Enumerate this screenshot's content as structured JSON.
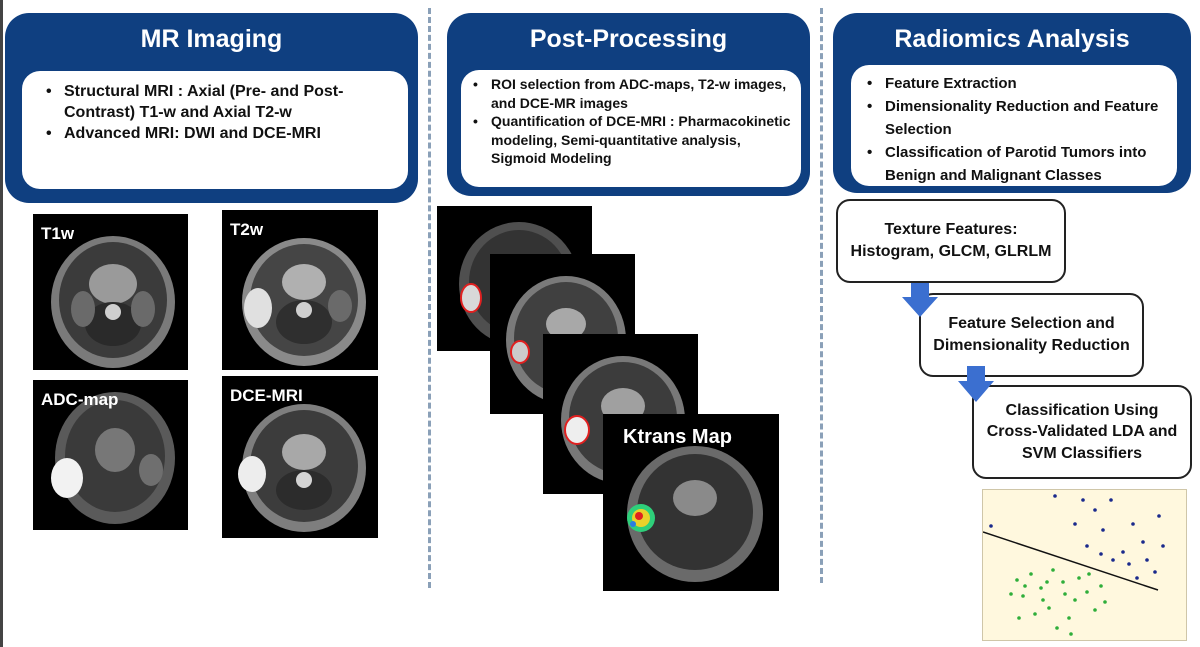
{
  "panels": {
    "mr_imaging": {
      "title": "MR Imaging",
      "bullets": [
        "Structural MRI : Axial (Pre- and Post-Contrast) T1-w and Axial T2-w",
        "Advanced MRI: DWI and DCE-MRI"
      ]
    },
    "post_processing": {
      "title": "Post-Processing",
      "bullets": [
        "ROI selection from ADC-maps, T2-w images, and DCE-MR images",
        "Quantification of DCE-MRI : Pharmacokinetic modeling, Semi-quantitative analysis, Sigmoid Modeling"
      ]
    },
    "radiomics": {
      "title": "Radiomics Analysis",
      "bullets": [
        "Feature Extraction",
        "Dimensionality Reduction and Feature Selection",
        "Classification of Parotid Tumors into Benign and Malignant Classes"
      ]
    }
  },
  "images": {
    "t1w": "T1w",
    "t2w": "T2w",
    "adc": "ADC-map",
    "dce": "DCE-MRI",
    "ktrans": "Ktrans Map"
  },
  "flow": {
    "step1": "Texture Features: Histogram, GLCM, GLRLM",
    "step2": "Feature Selection and Dimensionality Reduction",
    "step3": "Classification Using Cross-Validated LDA and SVM Classifiers"
  },
  "colors": {
    "panel": "#0f3f80",
    "arrow": "#3b6fd0",
    "separator": "#8aa0b8",
    "scatter_blue": "#1a2a8c",
    "scatter_green": "#2fae3a"
  }
}
